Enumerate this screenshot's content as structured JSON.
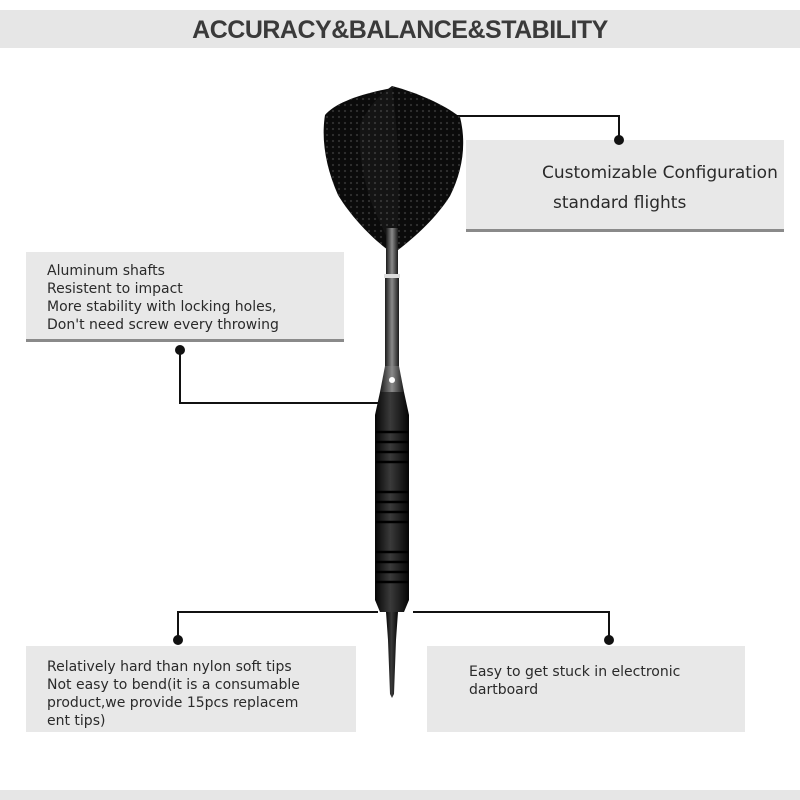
{
  "header": {
    "title": "ACCURACY&BALANCE&STABILITY"
  },
  "callouts": {
    "flights": {
      "line1": "Customizable Configuration",
      "line2": "standard flights"
    },
    "shafts": {
      "lines": [
        "Aluminum shafts",
        "Resistent to impact",
        "More stability with locking holes,",
        "Don't need screw every throwing"
      ]
    },
    "tips_left": {
      "lines": [
        "Relatively hard than nylon soft tips",
        "Not easy to bend(it is a consumable",
        "product,we provide 15pcs replacem",
        "ent tips)"
      ]
    },
    "tips_right": {
      "lines": [
        "Easy to get stuck in electronic",
        "dartboard"
      ]
    }
  },
  "colors": {
    "background": "#ffffff",
    "panel": "#e8e8e8",
    "dart": "#111111",
    "leader": "#111111"
  },
  "icons": [
    "dart-illustration"
  ]
}
